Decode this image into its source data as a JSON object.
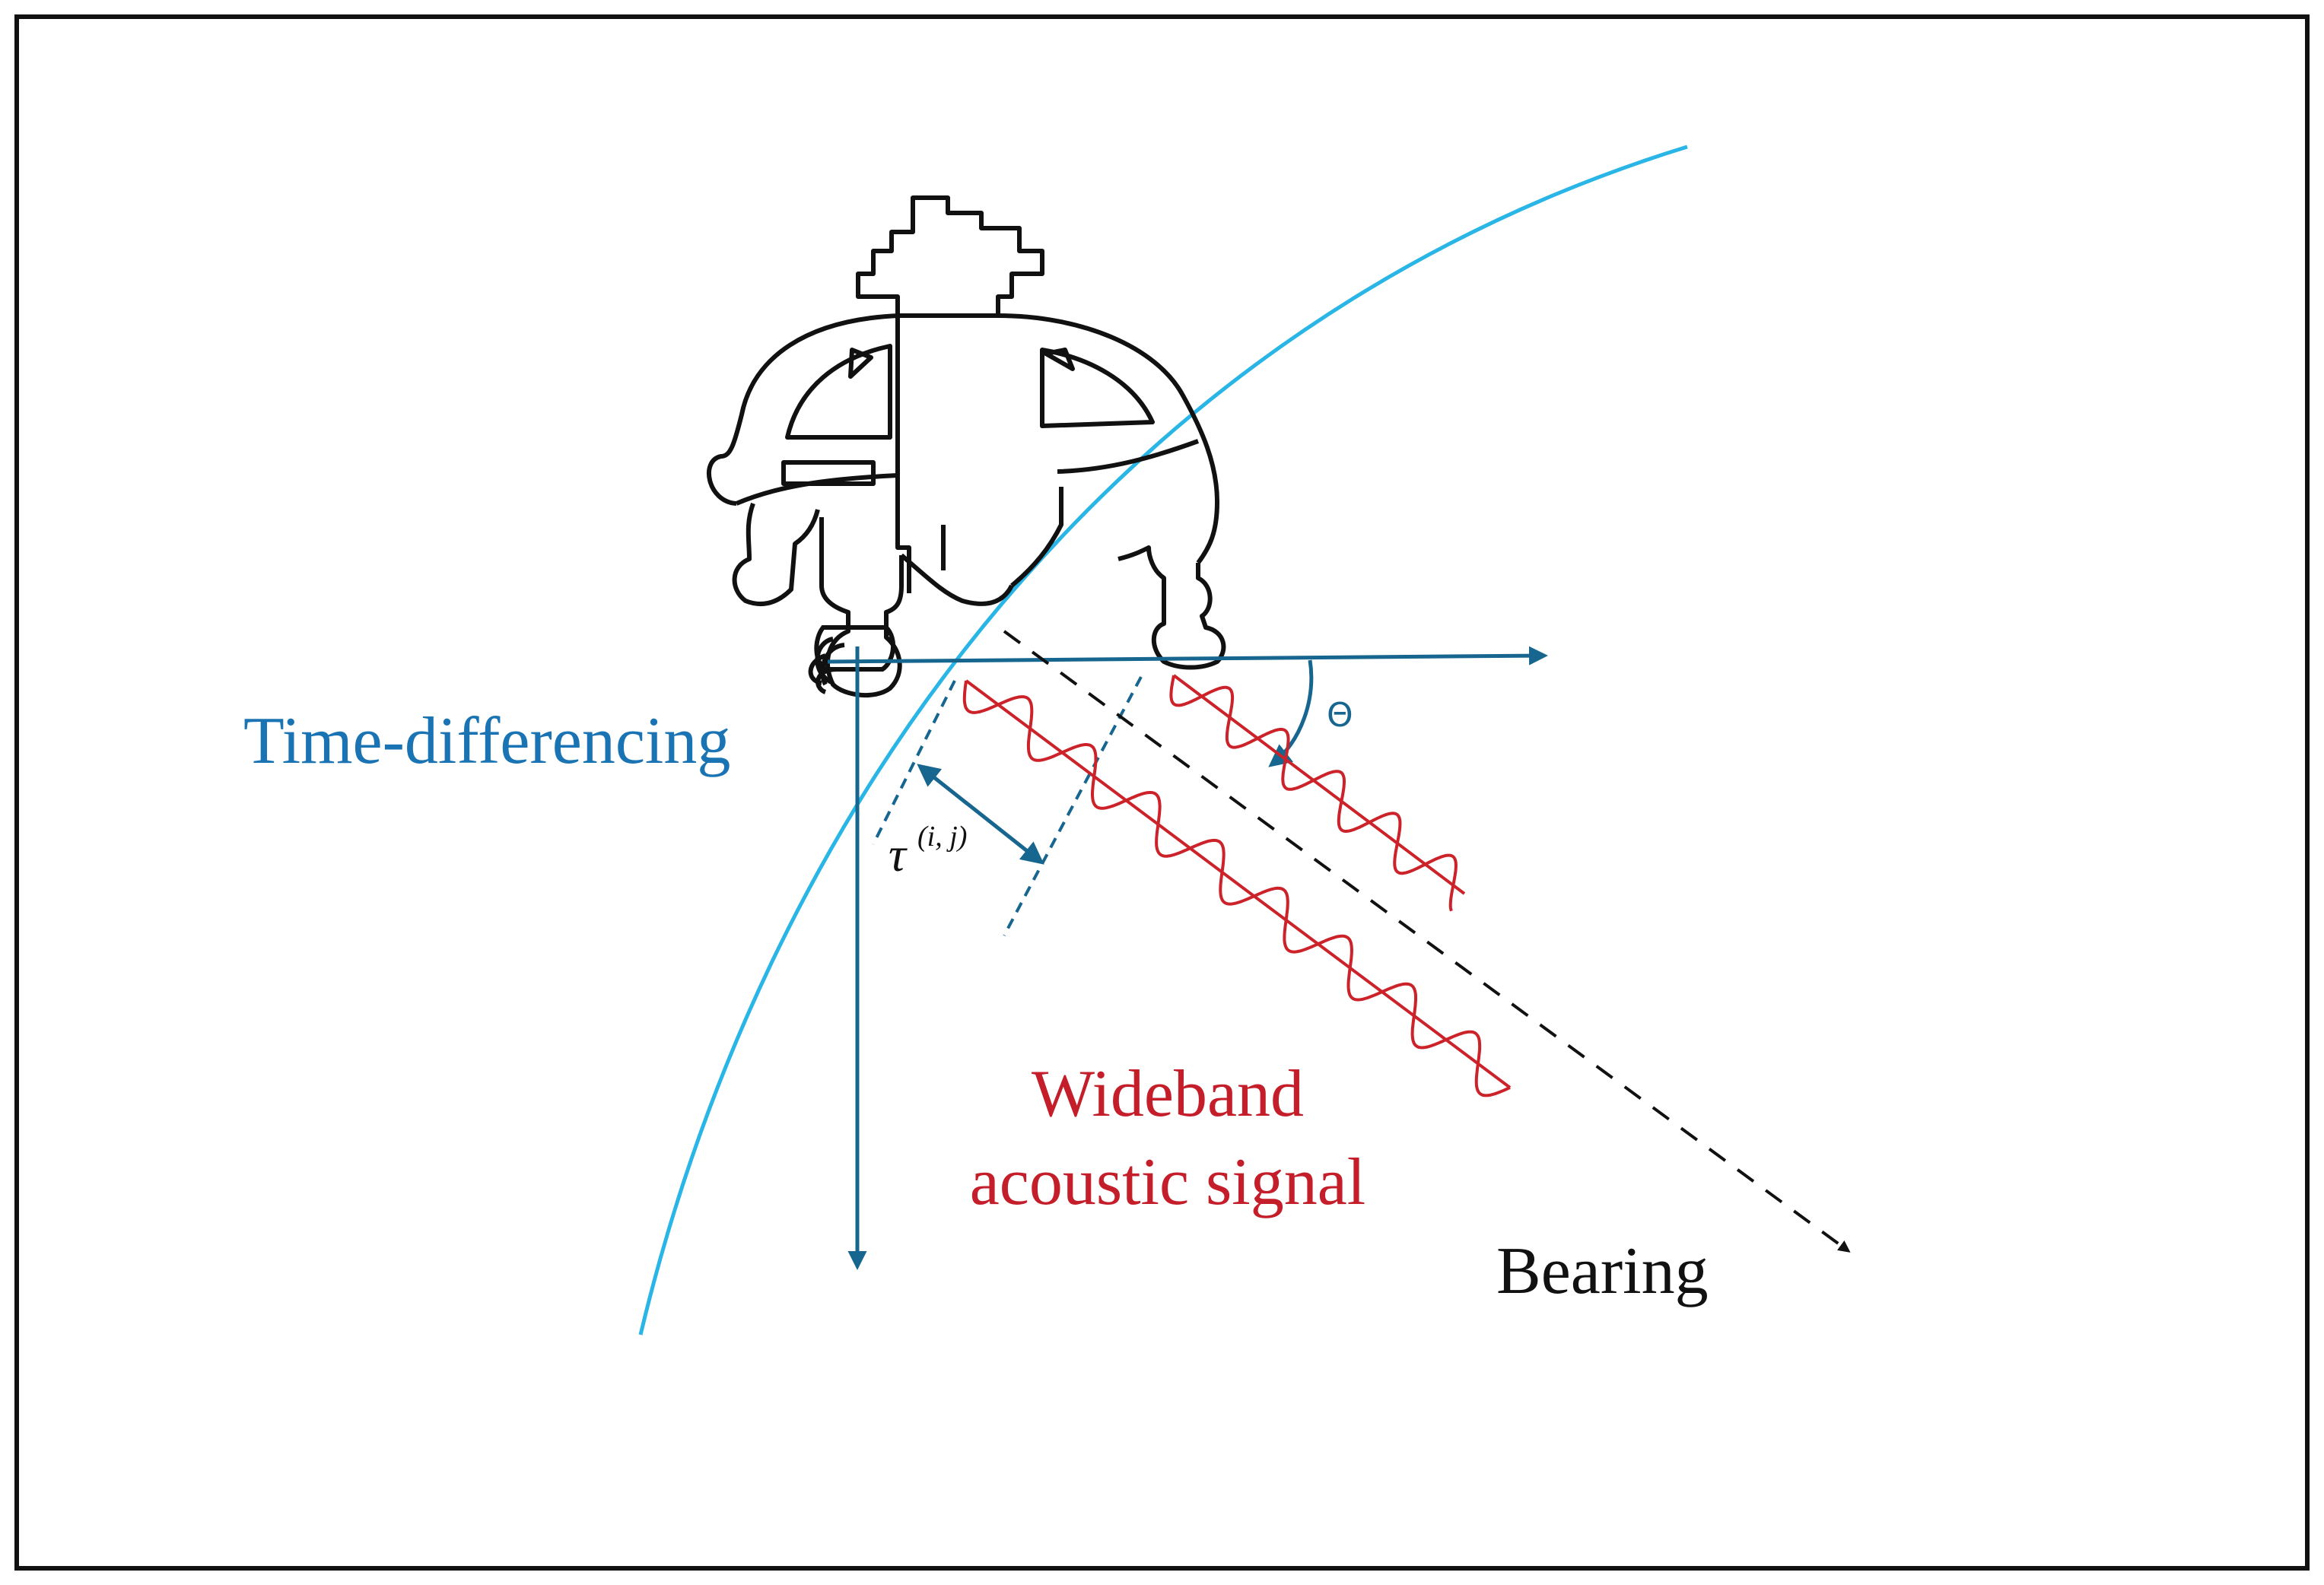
{
  "labels": {
    "time_differencing": "Time-differencing",
    "wideband_line1": "Wideband",
    "wideband_line2": "acoustic signal",
    "bearing": "Bearing",
    "theta": "Θ",
    "tau_base": "τ",
    "tau_superscript": "(i, j)"
  },
  "colors": {
    "frame": "#111111",
    "curve": "#29b6e6",
    "axes": "#17668f",
    "signal": "#cc2229",
    "bearing": "#111111",
    "time_label": "#1a74b4",
    "signal_label": "#c41e2a",
    "platform": "#111111"
  },
  "icons": {
    "platform": "underwater-vehicle-outline-icon"
  }
}
